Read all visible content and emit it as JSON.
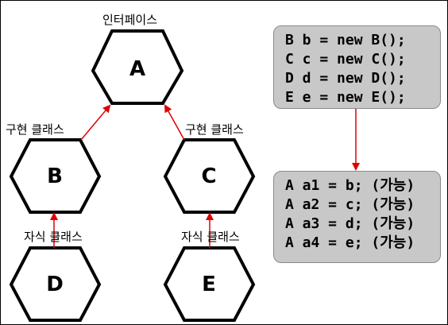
{
  "nodes": {
    "a": {
      "letter": "A",
      "caption": "인터페이스"
    },
    "b": {
      "letter": "B",
      "caption": "구현 클래스"
    },
    "c": {
      "letter": "C",
      "caption": "구현 클래스"
    },
    "d": {
      "letter": "D",
      "caption": "자식 클래스"
    },
    "e": {
      "letter": "E",
      "caption": "자식 클래스"
    }
  },
  "code_top": [
    "B b = new B();",
    "C c = new C();",
    "D d = new D();",
    "E e = new E();"
  ],
  "code_bottom": [
    "A a1 = b; (가능)",
    "A a2 = c; (가능)",
    "A a3 = d; (가능)",
    "A a4 = e; (가능)"
  ],
  "colors": {
    "arrow": "#e00000",
    "code_box": "#c8c8c8"
  }
}
